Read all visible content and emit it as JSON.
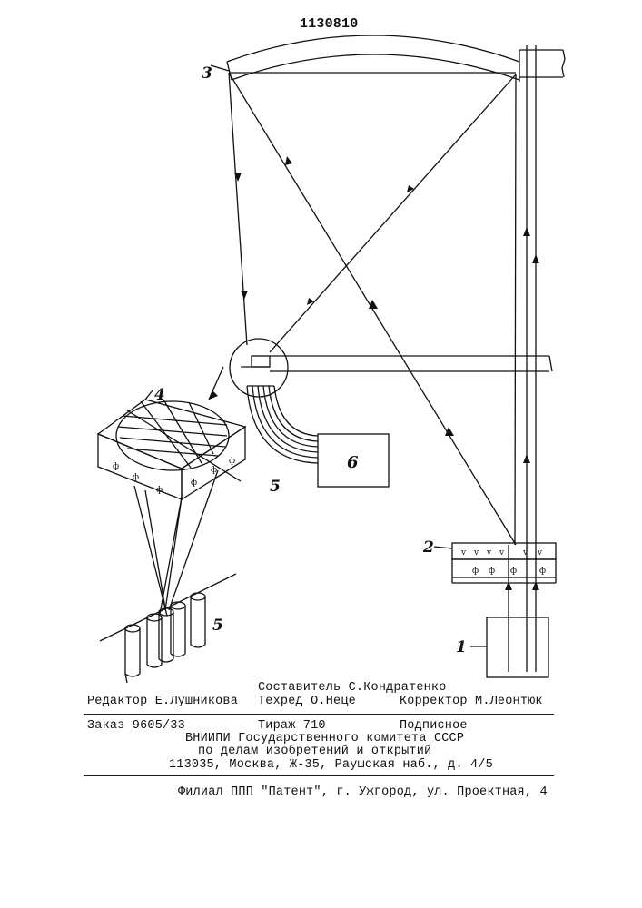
{
  "patent_number": "1130810",
  "figure": {
    "labels": {
      "mirror": "3",
      "crystal": "4",
      "bundle": "5",
      "light_guides": "5",
      "processor": "6",
      "modulator": "2",
      "source": "1"
    }
  },
  "footer": {
    "composer": "Составитель С.Кондратенко",
    "editor": "Редактор Е.Лушникова",
    "techred": "Техред О.Неце",
    "corrector": "Корректор М.Леонтюк",
    "order": "Заказ 9605/33",
    "circulation": "Тираж 710",
    "subscription": "Подписное",
    "org_line1": "ВНИИПИ Государственного комитета СССР",
    "org_line2": "по делам изобретений и открытий",
    "address": "113035, Москва, Ж-35, Раушская наб., д. 4/5",
    "branch": "Филиал ППП \"Патент\", г. Ужгород, ул. Проектная, 4"
  }
}
